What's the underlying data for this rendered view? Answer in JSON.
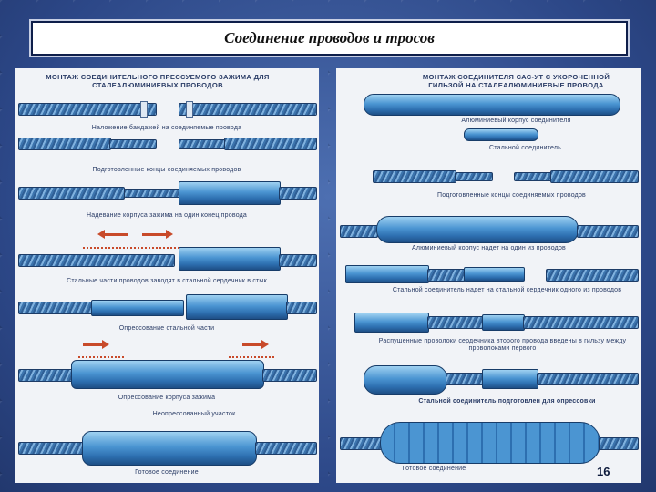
{
  "title": "Соединение проводов и тросов",
  "left_panel": {
    "header": "МОНТАЖ СОЕДИНИТЕЛЬНОГО ПРЕССУЕМОГО ЗАЖИМА ДЛЯ СТАЛЕАЛЮМИНИЕВЫХ ПРОВОДОВ",
    "captions": [
      "Наложение бандажей на соединяемые провода",
      "Подготовленные концы соединяемых проводов",
      "Надевание корпуса зажима на один конец провода",
      "Стальные части проводов заводят в стальной сердечник в стык",
      "Опрессование стальной части",
      "Опрессование корпуса зажима",
      "Неопрессованный участок",
      "Готовое соединение"
    ]
  },
  "right_panel": {
    "header": "МОНТАЖ СОЕДИНИТЕЛЯ САС-УТ С УКОРОЧЕННОЙ ГИЛЬЗОЙ НА СТАЛЕАЛЮМИНИЕВЫЕ ПРОВОДА",
    "captions": [
      "Алюминиевый корпус соединителя",
      "Стальной соединитель",
      "Подготовленные концы соединяемых проводов",
      "Алюминиевый корпус надет на один из проводов",
      "Стальной соединитель надет на стальной сердечник одного из проводов",
      "Распушенные проволоки сердечника второго провода введены в гильзу между проволоками первого",
      "Стальной соединитель подготовлен для опрессовки",
      "Готовое соединение"
    ]
  },
  "page_number": "16"
}
